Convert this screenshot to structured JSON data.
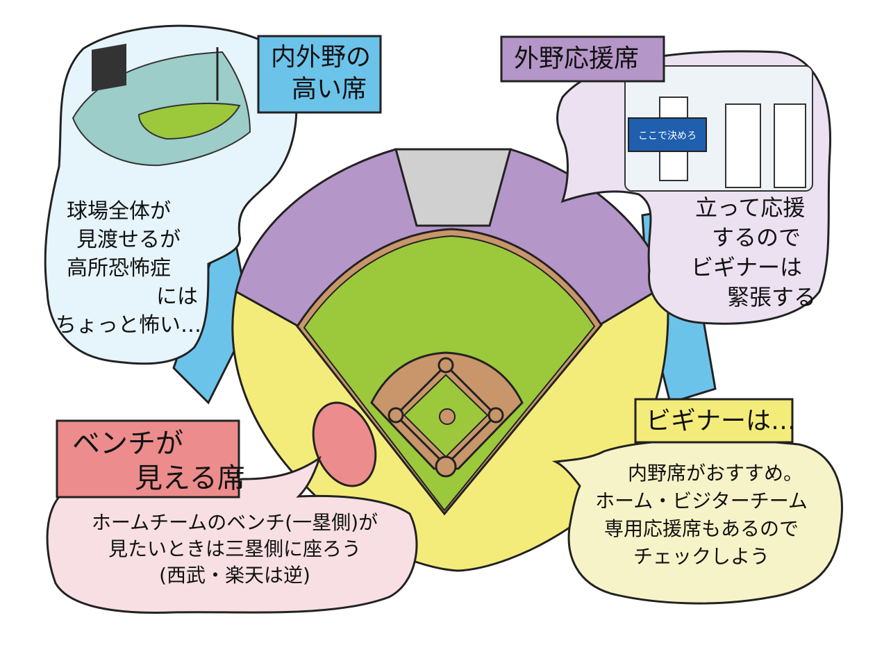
{
  "colors": {
    "outfield_seats": "#b596c8",
    "center_seats": "#d0d0d0",
    "infield_seats": "#f4ec7a",
    "field_grass": "#9cc83c",
    "dirt": "#c8966a",
    "upper_stand_blue": "#6cc3ea",
    "bench_seat_pink": "#ec8c8c",
    "cloud_blue": "#e6f4fb",
    "cloud_purple": "#ebe1f0",
    "cloud_pink": "#f7dfe3",
    "cloud_yellow": "#f7f3c8",
    "label_blue": "#6cc3ea",
    "label_purple": "#b596c8",
    "label_pink": "#ec8c8c",
    "label_yellow": "#f4ec7a"
  },
  "callouts": {
    "high_seats": {
      "label_lines": [
        "内外野の",
        "高い席"
      ],
      "text_lines": [
        "球場全体が",
        "見渡せるが",
        "高所恐怖症",
        "には",
        "ちょっと怖い…"
      ]
    },
    "outfield_cheer": {
      "label": "外野応援席",
      "text_lines": [
        "立って応援",
        "するので",
        "ビギナーは",
        "緊張する"
      ],
      "banner_text": "ここで決めろ"
    },
    "bench_view": {
      "label_lines": [
        "ベンチが",
        "見える席"
      ],
      "text_lines": [
        "ホームチームのベンチ(一塁側)が",
        "見たいときは三塁側に座ろう",
        "(西武・楽天は逆)"
      ]
    },
    "beginner": {
      "label": "ビギナーは…",
      "text_lines": [
        "内野席がおすすめ。",
        "ホーム・ビジターチーム",
        "専用応援席もあるので",
        "チェックしよう"
      ]
    }
  }
}
